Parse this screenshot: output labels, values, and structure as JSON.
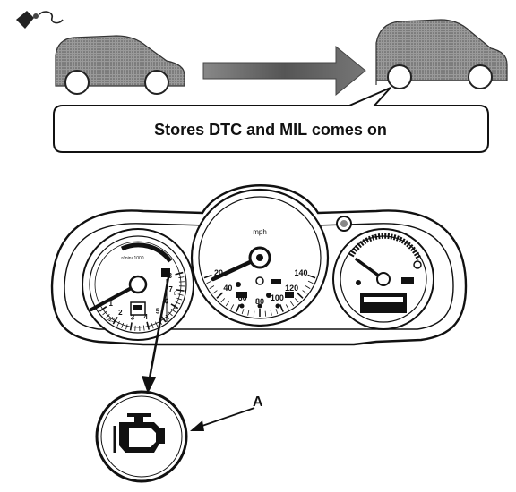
{
  "caption": "Stores DTC and MIL comes on",
  "callout_label": "A",
  "icons": {
    "key": "ignition-key-icon",
    "car_before": "car-icon",
    "car_after": "car-icon",
    "arrow": "right-arrow-icon",
    "mil": "check-engine-icon"
  },
  "speedometer": {
    "unit": "mph",
    "scale_labels": [
      "20",
      "40",
      "60",
      "80",
      "100",
      "120",
      "140"
    ]
  },
  "tachometer": {
    "unit": "r/min×1000",
    "scale_labels": [
      "1",
      "2",
      "3",
      "4",
      "5",
      "6",
      "7",
      "8"
    ]
  },
  "colors": {
    "ink": "#111111",
    "car_fill": "#8a8a8a",
    "arrow_fill": "#7a7a7a"
  }
}
